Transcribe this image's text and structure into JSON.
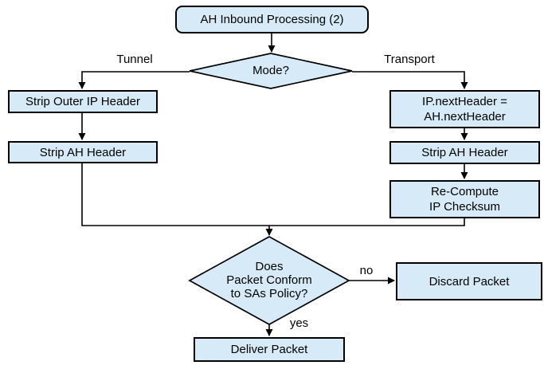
{
  "title": "AH Inbound Processing (2) flowchart",
  "colors": {
    "node_fill": "#d6ebf7",
    "node_border": "#000000",
    "background": "#ffffff",
    "text": "#000000"
  },
  "nodes": {
    "start": {
      "label": "AH Inbound Processing (2)",
      "shape": "rounded-rectangle"
    },
    "mode": {
      "label": "Mode?",
      "shape": "diamond"
    },
    "strip_outer_ip": {
      "label": "Strip Outer IP Header",
      "shape": "rectangle"
    },
    "strip_ah_left": {
      "label": "Strip AH Header",
      "shape": "rectangle"
    },
    "ip_next_header": {
      "label": "IP.nextHeader =\nAH.nextHeader",
      "shape": "rectangle"
    },
    "strip_ah_right": {
      "label": "Strip AH Header",
      "shape": "rectangle"
    },
    "recompute_checksum": {
      "label": "Re-Compute\nIP Checksum",
      "shape": "rectangle"
    },
    "conform": {
      "label": "Does\nPacket Conform\nto SAs Policy?",
      "shape": "diamond"
    },
    "discard": {
      "label": "Discard Packet",
      "shape": "rectangle"
    },
    "deliver": {
      "label": "Deliver Packet",
      "shape": "rectangle"
    }
  },
  "edge_labels": {
    "tunnel": "Tunnel",
    "transport": "Transport",
    "no": "no",
    "yes": "yes"
  },
  "edges": [
    {
      "from": "start",
      "to": "mode",
      "label": ""
    },
    {
      "from": "mode",
      "to": "strip_outer_ip",
      "label": "Tunnel"
    },
    {
      "from": "strip_outer_ip",
      "to": "strip_ah_left",
      "label": ""
    },
    {
      "from": "mode",
      "to": "ip_next_header",
      "label": "Transport"
    },
    {
      "from": "ip_next_header",
      "to": "strip_ah_right",
      "label": ""
    },
    {
      "from": "strip_ah_right",
      "to": "recompute_checksum",
      "label": ""
    },
    {
      "from": "strip_ah_left",
      "to": "conform",
      "label": ""
    },
    {
      "from": "recompute_checksum",
      "to": "conform",
      "label": ""
    },
    {
      "from": "conform",
      "to": "discard",
      "label": "no"
    },
    {
      "from": "conform",
      "to": "deliver",
      "label": "yes"
    }
  ]
}
